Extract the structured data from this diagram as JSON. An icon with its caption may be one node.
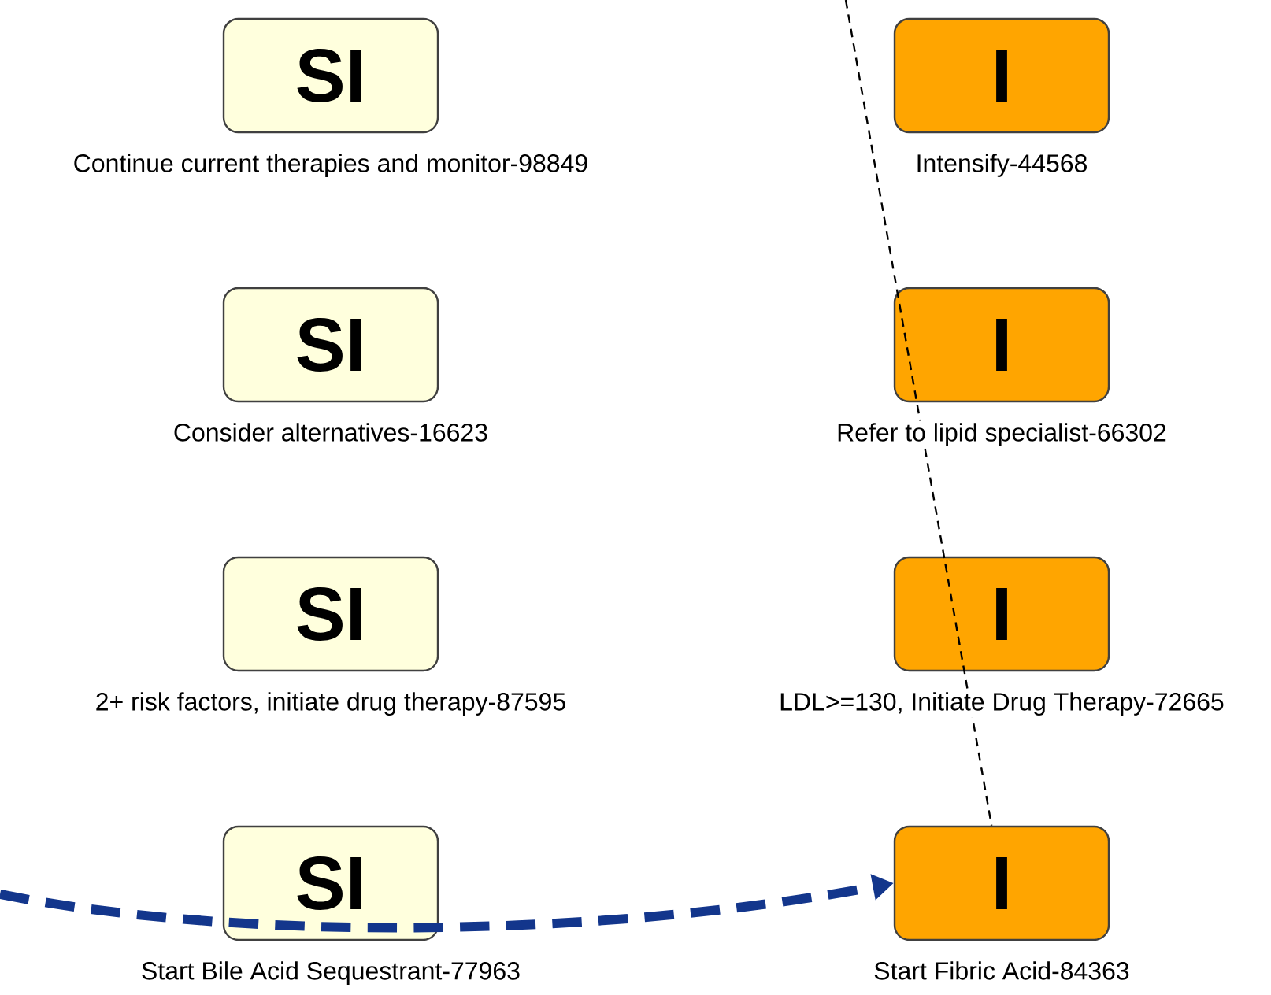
{
  "diagram": {
    "nodes": [
      {
        "text": [
          "SI"
        ],
        "beside": [
          "Continue current therapies and monitor-98849"
        ]
      },
      {
        "text": [
          "I"
        ],
        "beside": [
          "Intensify-44568"
        ]
      },
      {
        "text": [
          "SI"
        ],
        "beside": [
          "Consider alternatives-16623"
        ]
      },
      {
        "text": [
          "I"
        ],
        "beside": [
          "Refer to lipid specialist-66302"
        ]
      },
      {
        "text": [
          "SI"
        ],
        "beside": [
          "2+ risk factors, initiate drug therapy-87595"
        ]
      },
      {
        "text": [
          "I"
        ],
        "beside": [
          "LDL>=130, Initiate Drug Therapy-72665"
        ]
      },
      {
        "text": [
          "SI"
        ],
        "beside": [
          "Start Bile Acid Sequestrant-77963"
        ]
      },
      {
        "text": [
          "I"
        ],
        "beside": [
          "Start Fibric Acid-84363"
        ]
      }
    ],
    "edges": [
      {
        "from": null,
        "to": 7,
        "arrow": "none",
        "style": "dashed"
      },
      {
        "from": null,
        "to": 7,
        "arrow": "to",
        "style": "dashed",
        "color": "#13368c"
      }
    ]
  }
}
